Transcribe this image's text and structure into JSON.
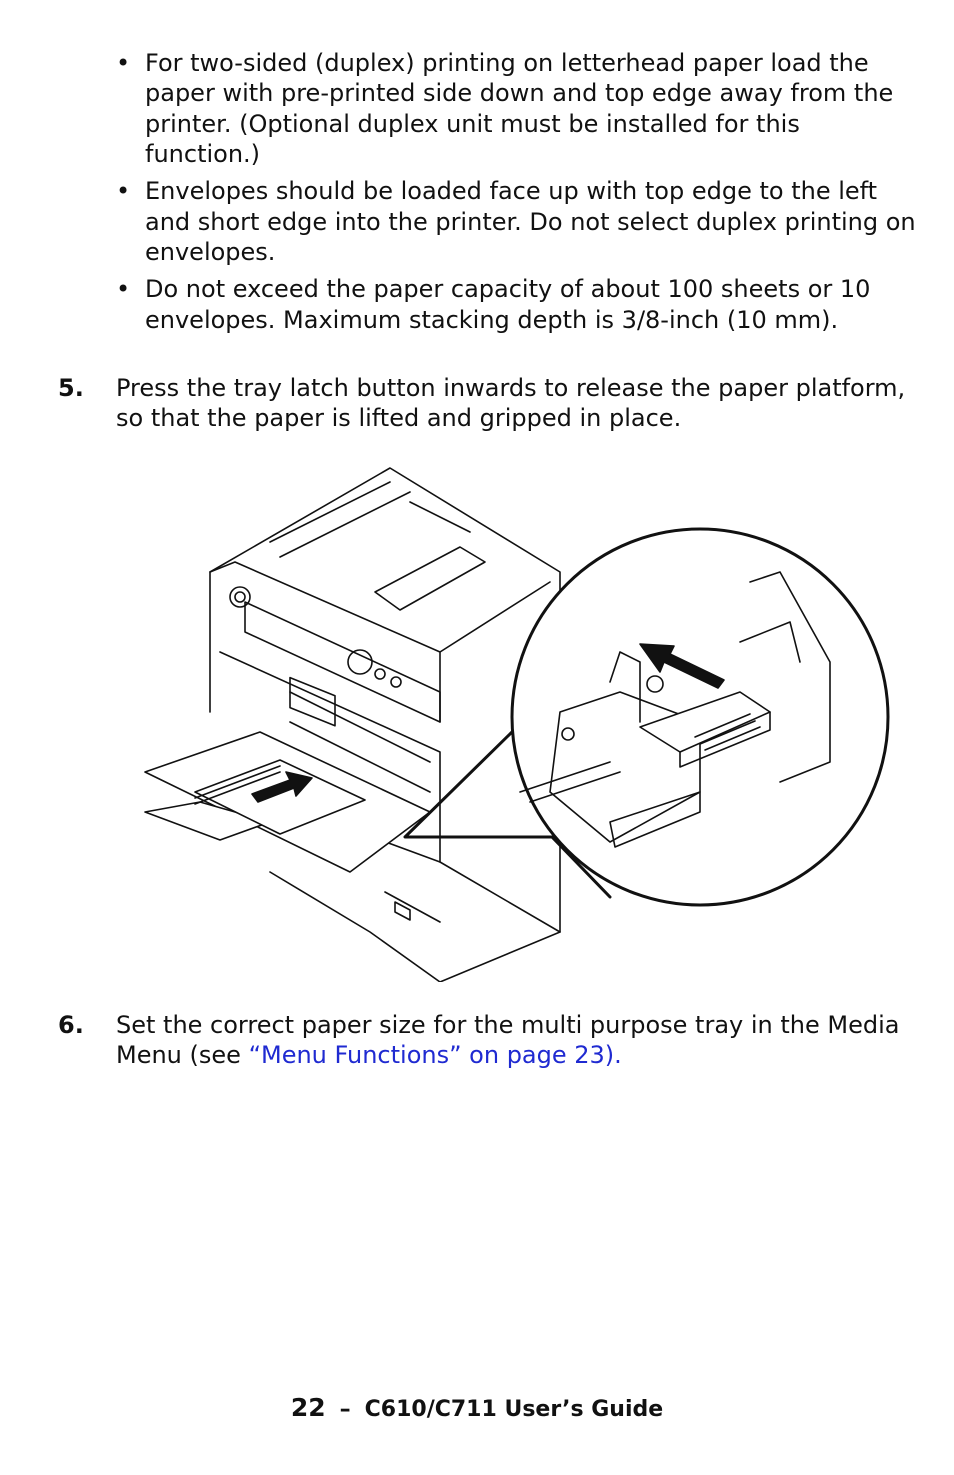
{
  "bullets": [
    "For two-sided (duplex) printing on letterhead paper load the paper with pre-printed side down and top edge away from the printer. (Optional duplex unit must be installed for this function.)",
    "Envelopes should be loaded face up with top edge to the left and short edge into the printer. Do not select duplex printing on envelopes.",
    "Do not exceed the paper capacity of about 100 sheets or 10 envelopes. Maximum stacking depth is 3/8-inch (10 mm)."
  ],
  "bullet_char": "•",
  "step5": {
    "number": "5.",
    "text": "Press the tray latch button inwards to release the paper platform, so that the paper is lifted and gripped in place."
  },
  "step6": {
    "number": "6.",
    "text_before": "Set the correct paper size for the multi purpose tray in the Media Menu (see ",
    "link_text": "“Menu Functions” on page 23)."
  },
  "footer": {
    "page_number": "22",
    "separator": "–",
    "title": "C610/C711 User’s Guide"
  },
  "colors": {
    "link": "#1f2ad1",
    "text": "#111111"
  }
}
